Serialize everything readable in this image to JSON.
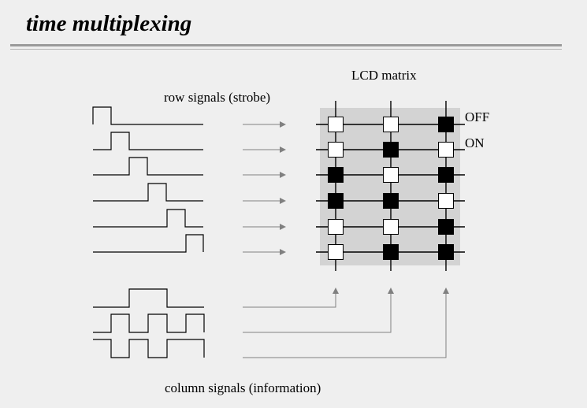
{
  "title": "time multiplexing",
  "labels": {
    "lcd_matrix": "LCD matrix",
    "row_signals": "row signals (strobe)",
    "column_signals": "column signals (information)",
    "off": "OFF",
    "on": "ON"
  },
  "colors": {
    "background": "#efefef",
    "matrix_panel": "#d3d3d3",
    "pixel_on": "#000000",
    "pixel_off": "#ffffff",
    "arrow": "#808080"
  },
  "matrix": {
    "rows": 6,
    "columns": 3,
    "states": [
      [
        "off",
        "off",
        "on"
      ],
      [
        "off",
        "on",
        "off"
      ],
      [
        "on",
        "off",
        "on"
      ],
      [
        "on",
        "on",
        "off"
      ],
      [
        "off",
        "off",
        "on"
      ],
      [
        "off",
        "on",
        "on"
      ]
    ]
  },
  "row_signal_pulse_slot": [
    0,
    1,
    2,
    3,
    4,
    5
  ],
  "column_signal_levels": [
    [
      0,
      0,
      1,
      1,
      0,
      0
    ],
    [
      0,
      1,
      0,
      1,
      0,
      1
    ],
    [
      1,
      0,
      1,
      0,
      1,
      1
    ]
  ]
}
